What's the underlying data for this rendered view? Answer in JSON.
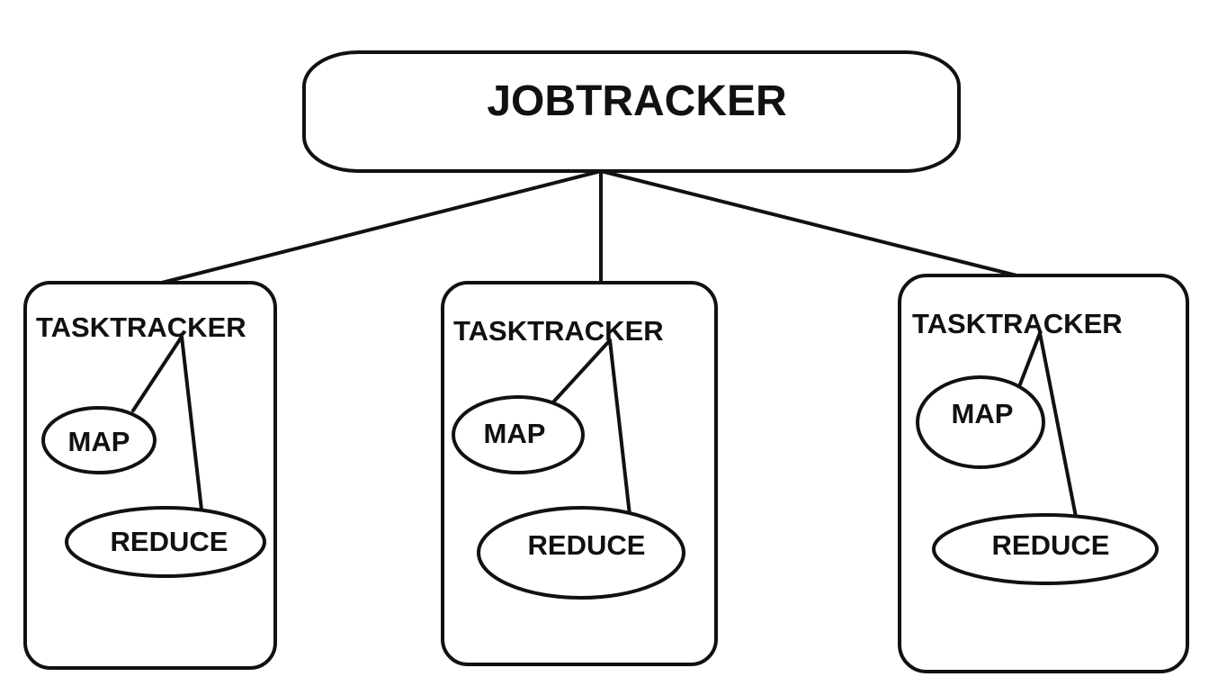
{
  "jobtracker": {
    "label": "JOBTRACKER"
  },
  "tasktrackers": [
    {
      "label": "TASKTRACKER",
      "map_label": "MAP",
      "reduce_label": "REDUCE"
    },
    {
      "label": "TASKTRACKER",
      "map_label": "MAP",
      "reduce_label": "REDUCE"
    },
    {
      "label": "TASKTRACKER",
      "map_label": "MAP",
      "reduce_label": "REDUCE"
    }
  ]
}
